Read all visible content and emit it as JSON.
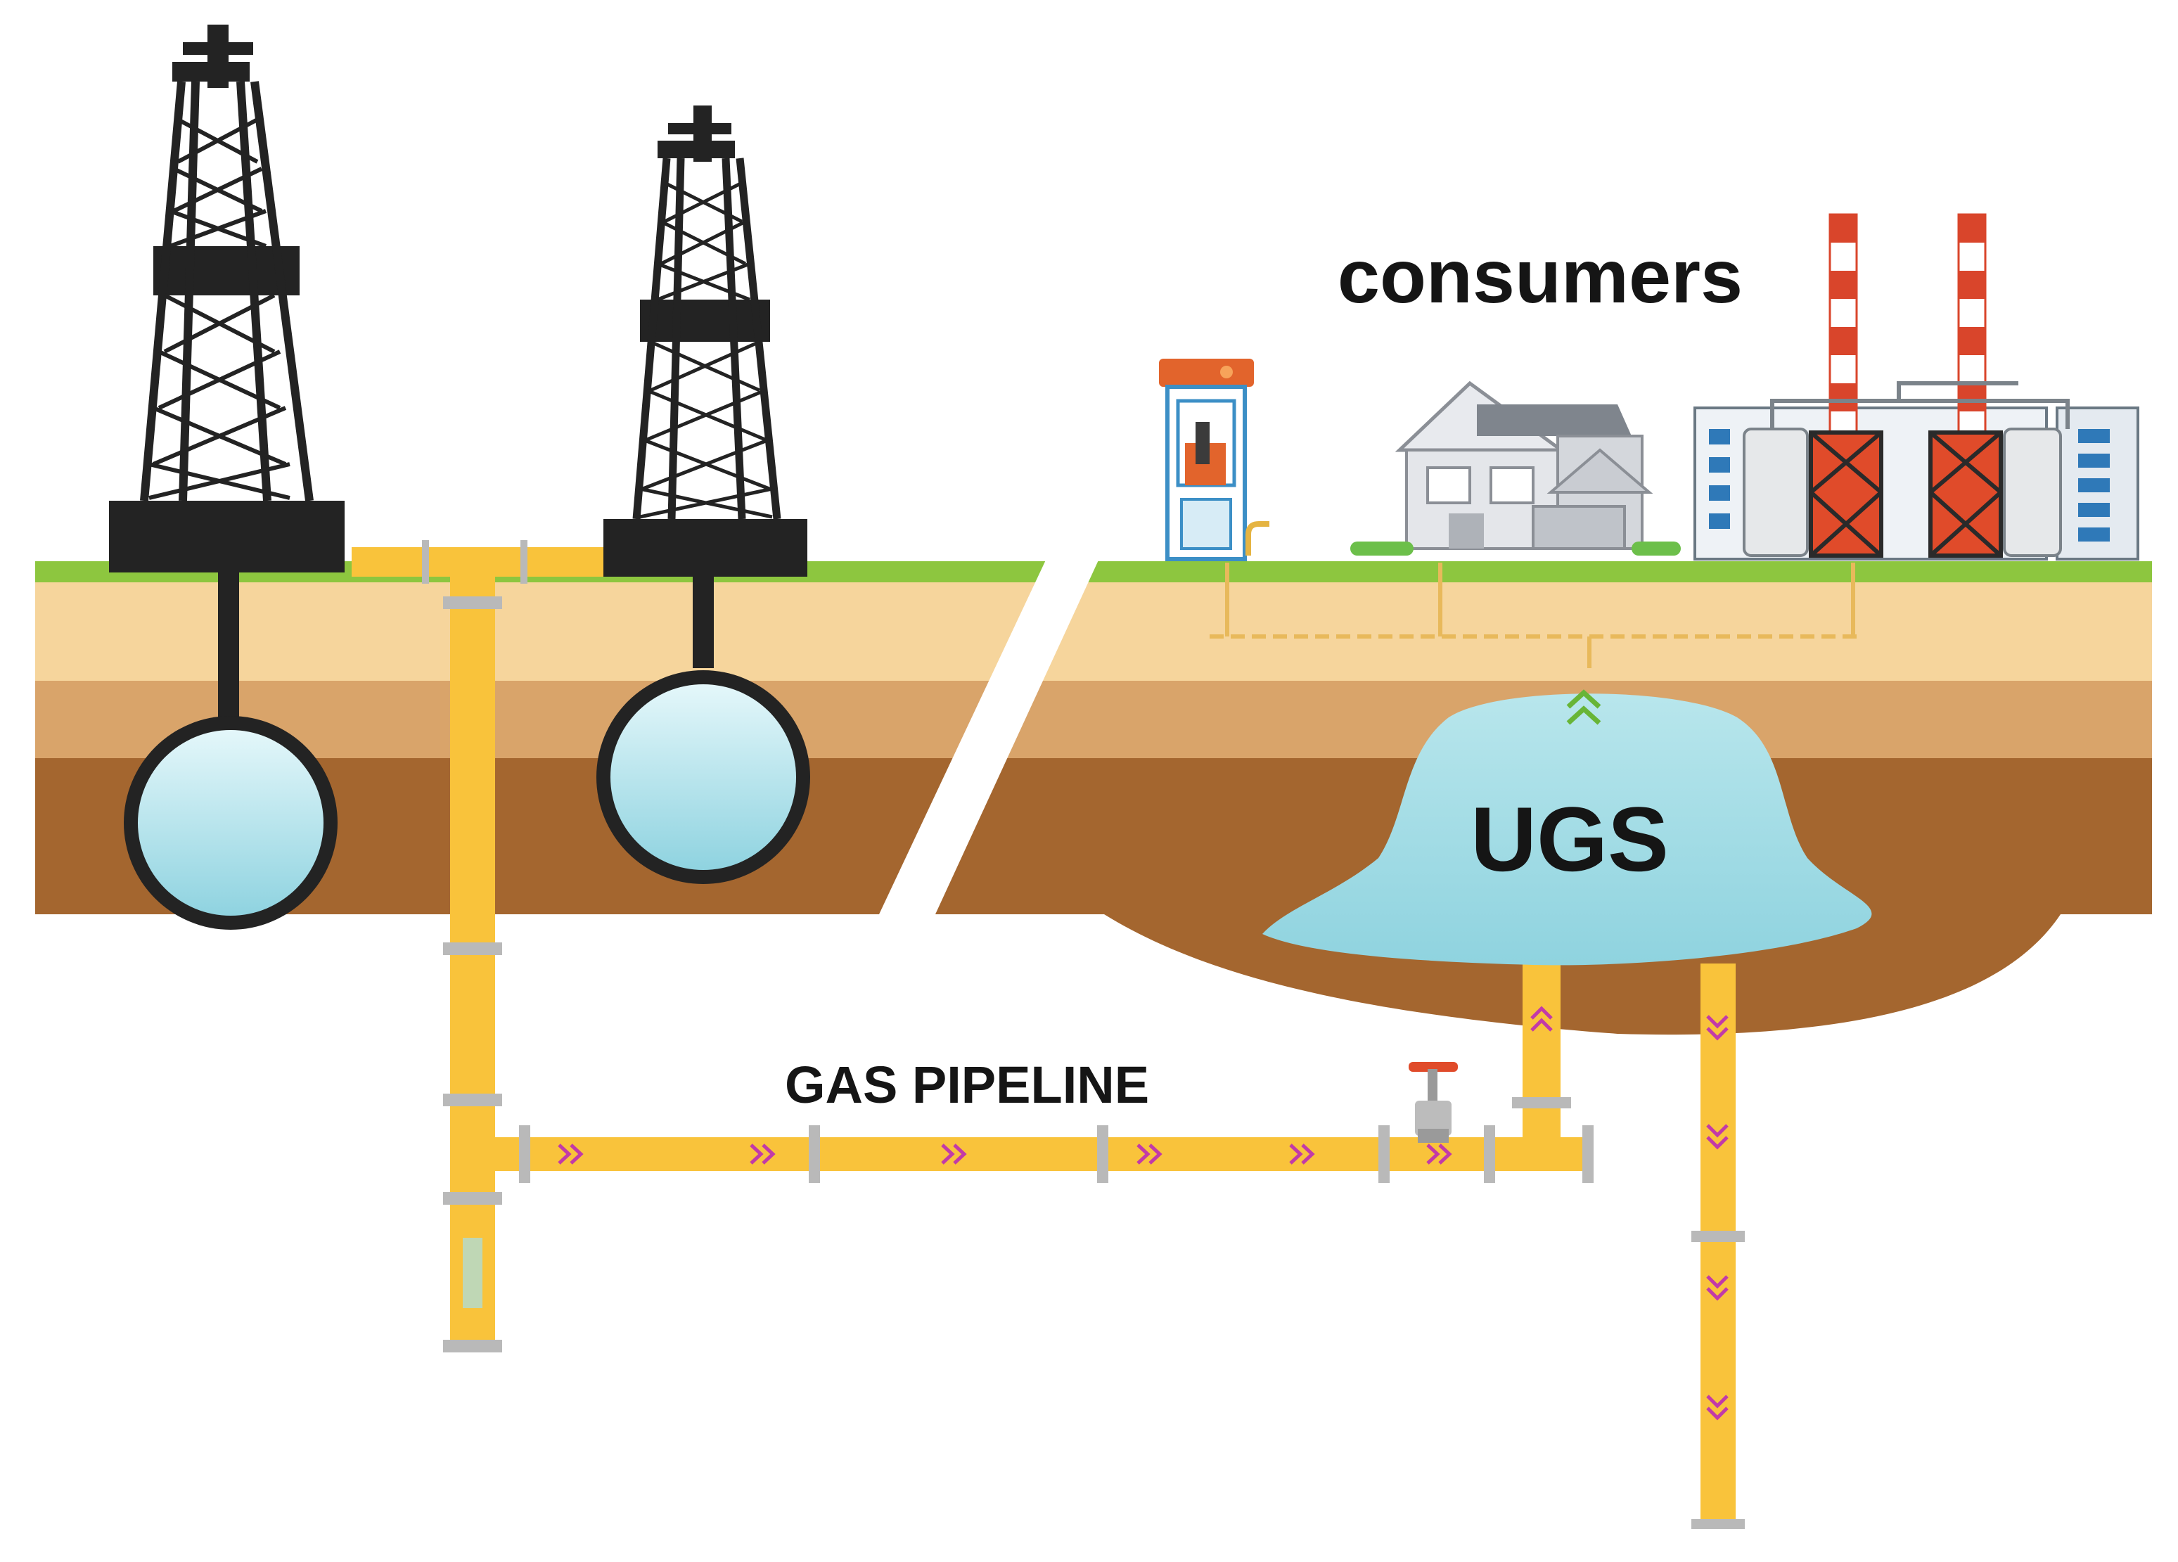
{
  "labels": {
    "consumers": "consumers",
    "storage": "UGS",
    "pipeline": "GAS PIPELINE"
  },
  "colors": {
    "grass": "#8dc63f",
    "sand_light": "#f6d59c",
    "sand_mid": "#d9a46a",
    "soil_dark": "#a4662f",
    "pipe": "#f9c33b",
    "pipe_joint": "#b9b9b9",
    "gas": "#a7e0ea",
    "derrick": "#232323",
    "flow_arrow": "#c23aa8",
    "stack_red": "#d9452b"
  },
  "icons": {
    "derricks": [
      "oil-derrick-icon",
      "oil-derrick-icon"
    ],
    "consumers": [
      "gas-station-icon",
      "house-icon",
      "power-plant-icon"
    ],
    "valve": "valve-icon"
  }
}
